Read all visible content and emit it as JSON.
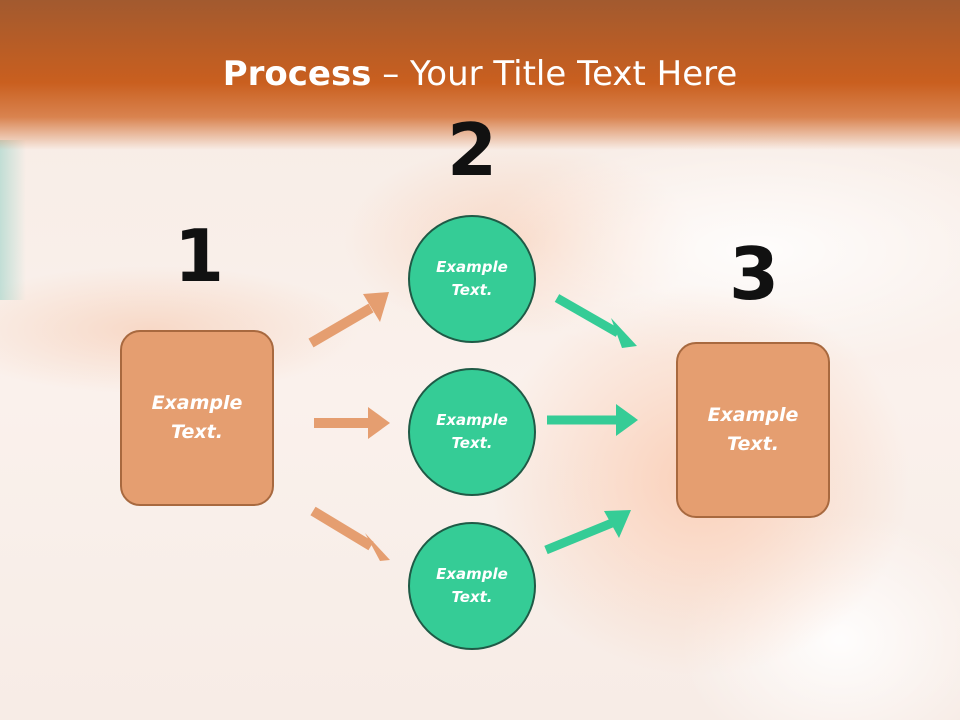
{
  "slide": {
    "title_bold": "Process",
    "title_rest": " – Your Title Text Here"
  },
  "steps": {
    "step1": {
      "number": "1",
      "label": "Example Text."
    },
    "step2": {
      "number": "2",
      "items": [
        {
          "label": "Example Text."
        },
        {
          "label": "Example Text."
        },
        {
          "label": "Example Text."
        }
      ]
    },
    "step3": {
      "number": "3",
      "label": "Example Text."
    }
  },
  "colors": {
    "header": "#c95f1f",
    "box_fill": "#e59e70",
    "circle_fill": "#35cc96",
    "orange_arrow": "#e59e70",
    "green_arrow": "#35cc96"
  }
}
